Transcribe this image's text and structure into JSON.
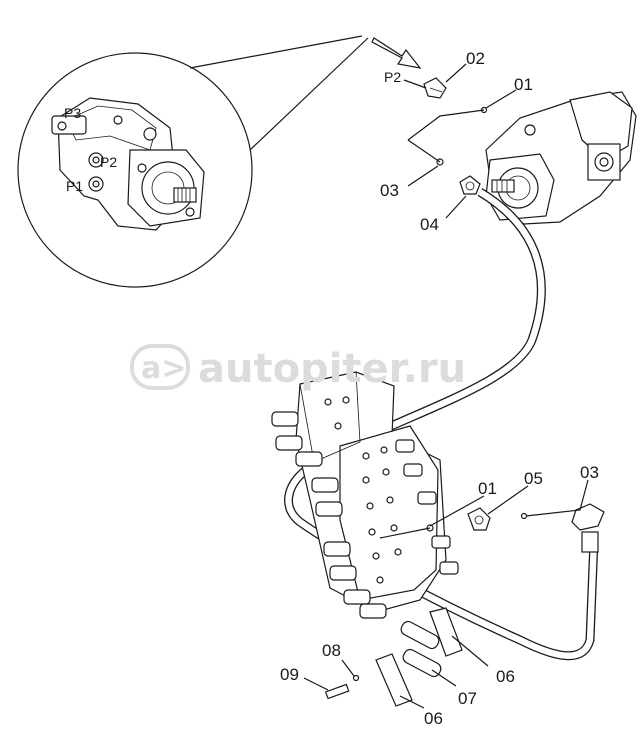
{
  "watermark": {
    "text": "autopiter.ru",
    "logo_text": "a>"
  },
  "callouts": {
    "c02": "02",
    "c01_top": "01",
    "c03_left": "03",
    "c04": "04",
    "c01_mid": "01",
    "c05": "05",
    "c03_right": "03",
    "c06_right": "06",
    "c08": "08",
    "c07": "07",
    "c09": "09",
    "c06_bottom": "06"
  },
  "ports": {
    "p2_main": "P2",
    "p3_detail": "P3",
    "p2_detail": "P2",
    "p1_detail": "P1"
  },
  "colors": {
    "line": "#1a1a1a",
    "watermark": "#dcdcdc",
    "background": "#ffffff"
  }
}
